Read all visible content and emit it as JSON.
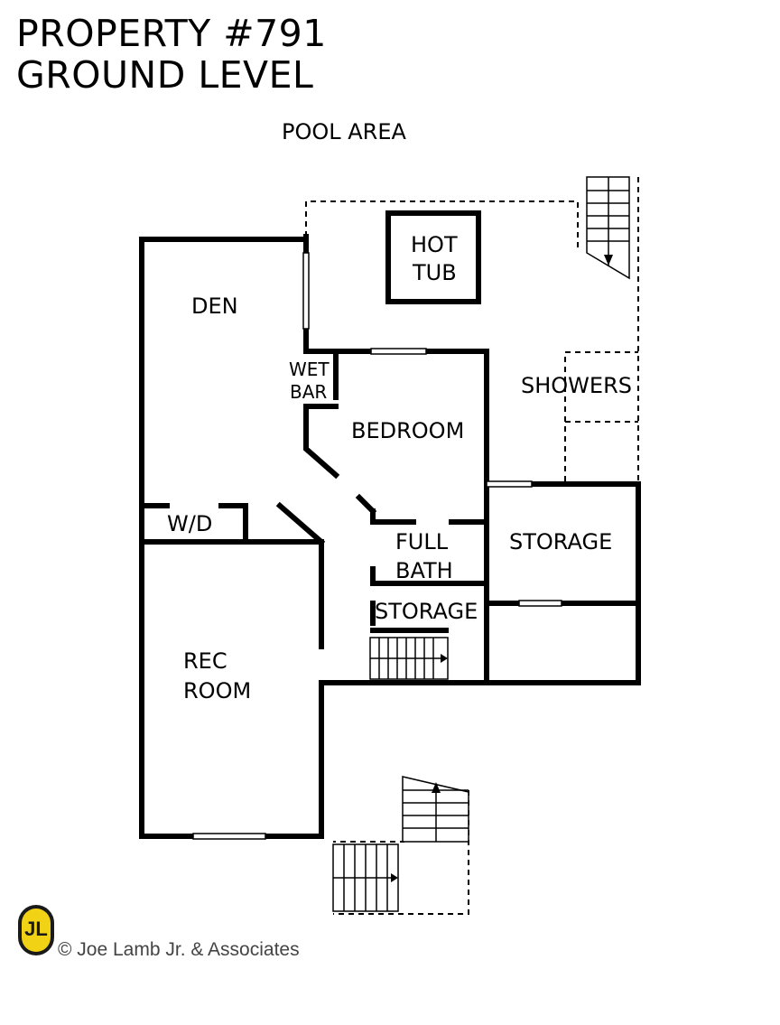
{
  "header": {
    "title_line1": "PROPERTY #791",
    "title_line2": "GROUND LEVEL"
  },
  "rooms": {
    "pool_area": "POOL AREA",
    "hot_tub_1": "HOT",
    "hot_tub_2": "TUB",
    "den": "DEN",
    "wet_bar_1": "WET",
    "wet_bar_2": "BAR",
    "bedroom": "BEDROOM",
    "showers": "SHOWERS",
    "wd": "W/D",
    "full_bath_1": "FULL",
    "full_bath_2": "BATH",
    "storage_right": "STORAGE",
    "storage_center": "STORAGE",
    "rec_room_1": "REC",
    "rec_room_2": "ROOM"
  },
  "footer": {
    "logo_text": "JL",
    "copyright": "© Joe Lamb Jr. & Associates"
  }
}
